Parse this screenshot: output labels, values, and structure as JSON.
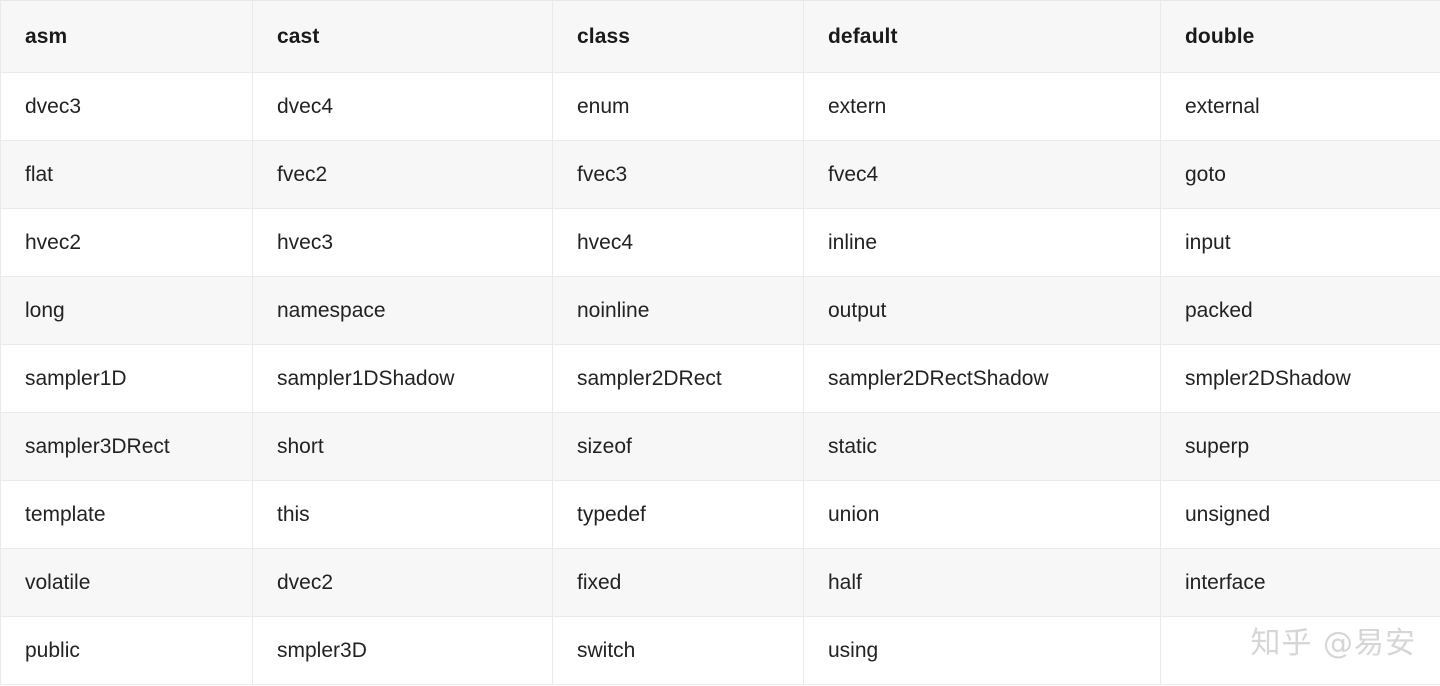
{
  "table": {
    "headers": [
      "asm",
      "cast",
      "class",
      "default",
      "double"
    ],
    "rows": [
      [
        "dvec3",
        "dvec4",
        "enum",
        "extern",
        "external"
      ],
      [
        "flat",
        "fvec2",
        "fvec3",
        "fvec4",
        "goto"
      ],
      [
        "hvec2",
        "hvec3",
        "hvec4",
        "inline",
        "input"
      ],
      [
        "long",
        "namespace",
        "noinline",
        "output",
        "packed"
      ],
      [
        "sampler1D",
        "sampler1DShadow",
        "sampler2DRect",
        "sampler2DRectShadow",
        "smpler2DShadow"
      ],
      [
        "sampler3DRect",
        "short",
        "sizeof",
        "static",
        "superp"
      ],
      [
        "template",
        "this",
        "typedef",
        "union",
        "unsigned"
      ],
      [
        "volatile",
        "dvec2",
        "fixed",
        "half",
        "interface"
      ],
      [
        "public",
        "smpler3D",
        "switch",
        "using",
        ""
      ]
    ]
  },
  "watermark": {
    "text": "知乎 @易安"
  },
  "colors": {
    "header_background": "#f7f7f7",
    "row_alt_background": "#f7f7f7",
    "row_background": "#ffffff",
    "border": "#eaeaea",
    "text": "#1a1a1a",
    "watermark": "#d6d6d6"
  }
}
